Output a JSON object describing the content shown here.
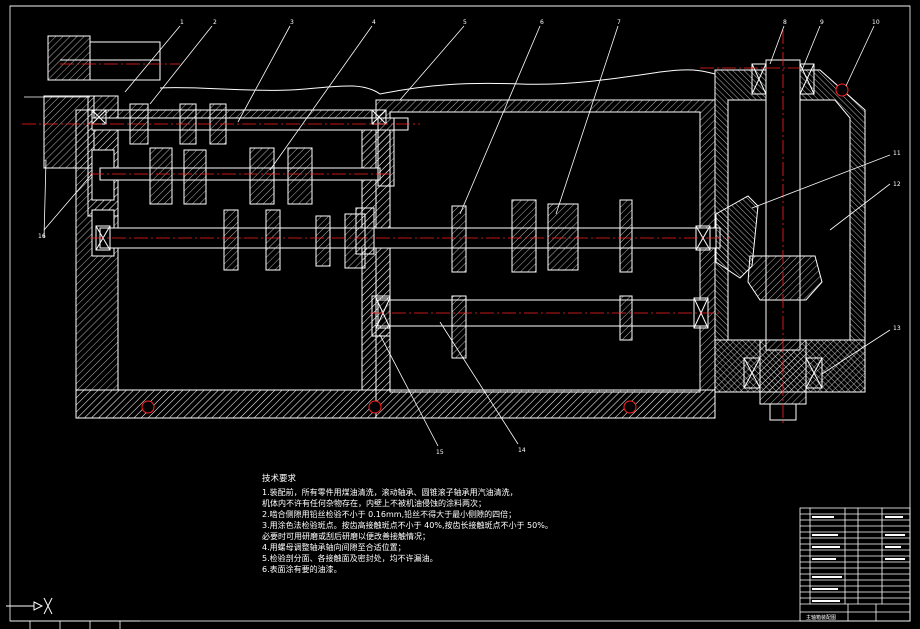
{
  "drawing": {
    "background_color": "#000000",
    "line_color": "#ffffff",
    "centerline_color": "#ff2020",
    "hatch_color": "#ffffff",
    "border_color": "#ffffff"
  },
  "balloons": [
    "1",
    "2",
    "3",
    "4",
    "5",
    "6",
    "7",
    "8",
    "9",
    "10",
    "11",
    "12",
    "13",
    "14",
    "15",
    "16"
  ],
  "technical_requirements": {
    "heading": "技术要求",
    "lines": [
      "1.装配前，所有零件用煤油清洗，滚动轴承、圆锥滚子轴承用汽油清洗，",
      "机体内不许有任何杂物存在，内壁上不被机油侵蚀的涂料两次；",
      "2.啮合侧隙用铅丝检验不小于 0.16mm,铅丝不得大于最小侧隙的四倍；",
      "3.用涂色法检验斑点。按齿高接触斑点不小于 40%,按齿长接触斑点不小于 50%。",
      "  必要时可用研磨或刮后研磨以便改善接触情况；",
      "4.用螺母调整轴承轴向间隙至合适位置；",
      "5.检验剖分面、各接触面及密封处，均不许漏油。",
      "6.表面涂有要的油漆。"
    ]
  },
  "title_block": {
    "title": "主轴箱装配图"
  },
  "icons": {
    "ucs": "ucs-axis-icon"
  }
}
